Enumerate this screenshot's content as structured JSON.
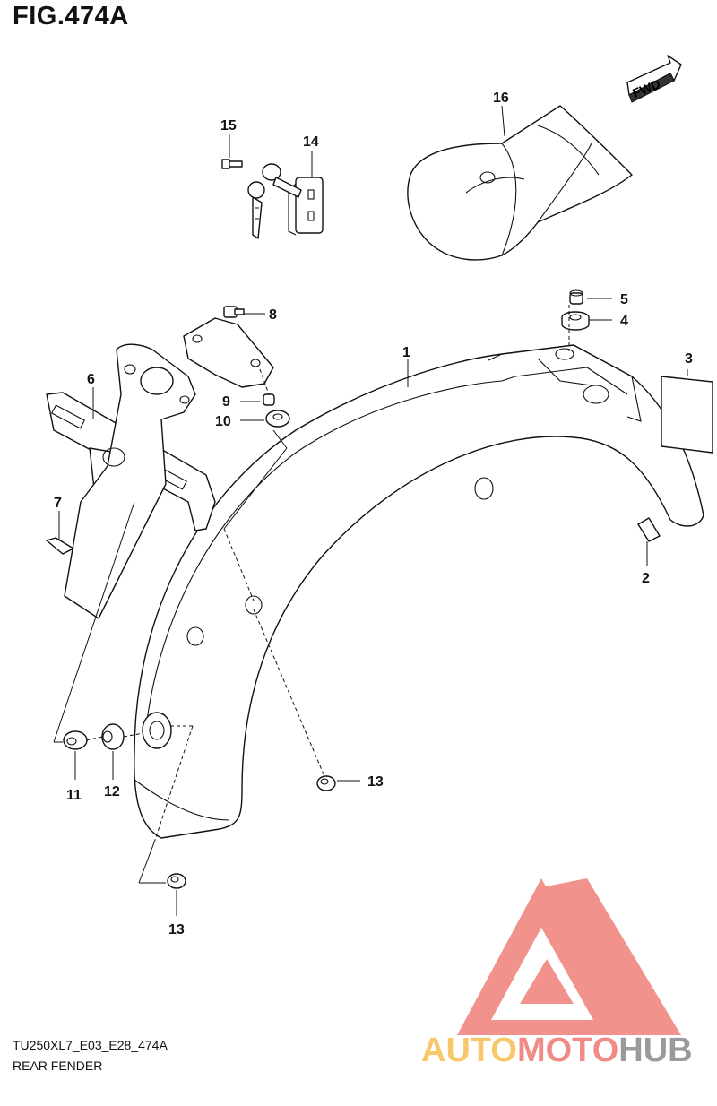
{
  "figure": {
    "title": "FIG.474A",
    "code": "TU250XL7_E03_E28_474A",
    "name": "REAR FENDER",
    "fwd_label": "FWD"
  },
  "callouts": [
    "1",
    "2",
    "3",
    "4",
    "5",
    "6",
    "7",
    "8",
    "9",
    "10",
    "11",
    "12",
    "13",
    "13",
    "14",
    "15",
    "16"
  ],
  "logo": {
    "word_a": "AUTO",
    "word_b": "MOTO",
    "word_c": "HUB",
    "colors": {
      "auto": "#f6c86a",
      "moto": "#f08b86",
      "hub": "#9a9a9a",
      "mark": "#f07f7a"
    }
  }
}
